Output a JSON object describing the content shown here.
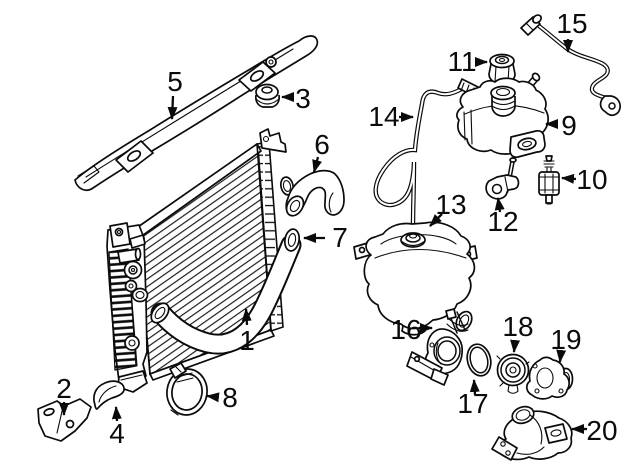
{
  "diagram": {
    "type": "exploded-parts-diagram",
    "subject": "radiator-and-cooling-system-components",
    "background_color": "#ffffff",
    "line_color": "#0b0b0b",
    "label_color": "#0b0b0b",
    "callouts": [
      {
        "number": "1"
      },
      {
        "number": "2"
      },
      {
        "number": "3"
      },
      {
        "number": "4"
      },
      {
        "number": "5"
      },
      {
        "number": "6"
      },
      {
        "number": "7"
      },
      {
        "number": "8"
      },
      {
        "number": "9"
      },
      {
        "number": "10"
      },
      {
        "number": "11"
      },
      {
        "number": "12"
      },
      {
        "number": "13"
      },
      {
        "number": "14"
      },
      {
        "number": "15"
      },
      {
        "number": "16"
      },
      {
        "number": "17"
      },
      {
        "number": "18"
      },
      {
        "number": "19"
      },
      {
        "number": "20"
      }
    ]
  }
}
